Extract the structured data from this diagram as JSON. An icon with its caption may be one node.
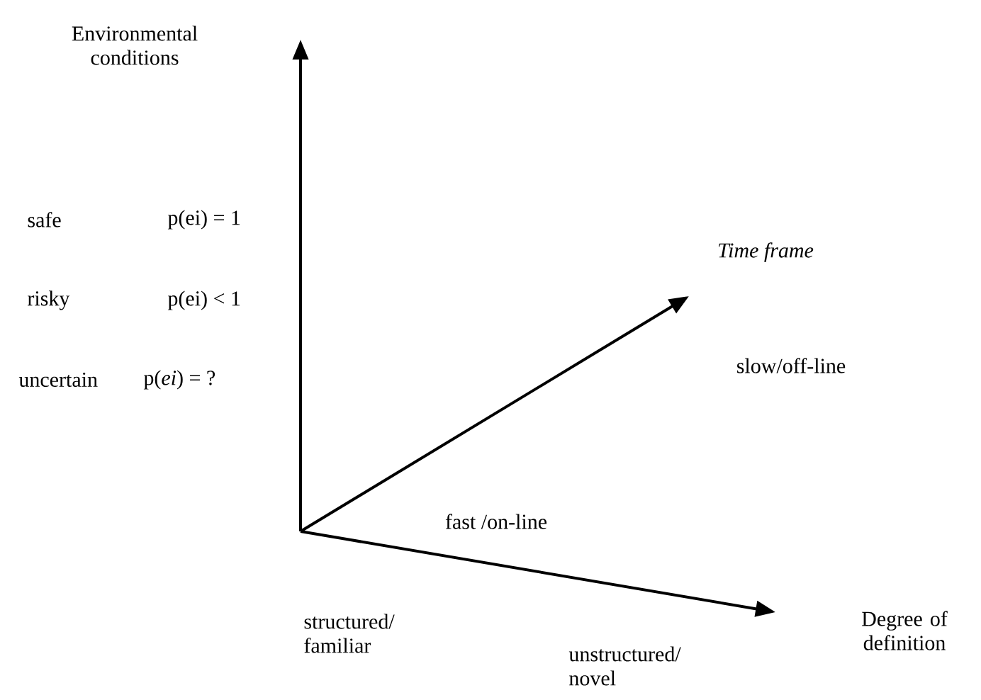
{
  "diagram": {
    "labels": [
      "Environmental conditions",
      "safe",
      "p(ei) = 1",
      "Time frame",
      "risky",
      "p(ei) < 1",
      "slow/off-line",
      "uncertain",
      "p(*ei*) = ?",
      "fast /on-line",
      "structured/ familiar",
      "unstructured/ novel",
      "Degree of definition"
    ]
  }
}
